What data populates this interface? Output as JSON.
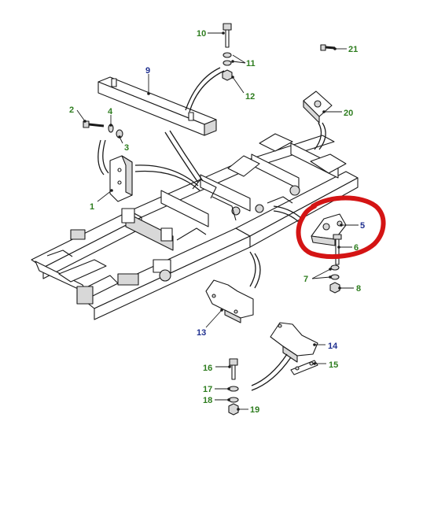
{
  "colors": {
    "callout_green": "#2e7d1f",
    "callout_blue": "#1f2f8f",
    "highlight_red": "#d41414",
    "line": "#1a1a1a"
  },
  "callouts": [
    {
      "id": "1",
      "label": "1",
      "color": "green"
    },
    {
      "id": "2",
      "label": "2",
      "color": "green"
    },
    {
      "id": "3",
      "label": "3",
      "color": "green"
    },
    {
      "id": "4",
      "label": "4",
      "color": "green"
    },
    {
      "id": "5",
      "label": "5",
      "color": "blue"
    },
    {
      "id": "6",
      "label": "6",
      "color": "green"
    },
    {
      "id": "7",
      "label": "7",
      "color": "green"
    },
    {
      "id": "8",
      "label": "8",
      "color": "green"
    },
    {
      "id": "9",
      "label": "9",
      "color": "blue"
    },
    {
      "id": "10",
      "label": "10",
      "color": "green"
    },
    {
      "id": "11",
      "label": "11",
      "color": "green"
    },
    {
      "id": "12",
      "label": "12",
      "color": "green"
    },
    {
      "id": "13",
      "label": "13",
      "color": "blue"
    },
    {
      "id": "14",
      "label": "14",
      "color": "blue"
    },
    {
      "id": "15",
      "label": "15",
      "color": "green"
    },
    {
      "id": "16",
      "label": "16",
      "color": "green"
    },
    {
      "id": "17",
      "label": "17",
      "color": "green"
    },
    {
      "id": "18",
      "label": "18",
      "color": "green"
    },
    {
      "id": "19",
      "label": "19",
      "color": "green"
    },
    {
      "id": "20",
      "label": "20",
      "color": "green"
    },
    {
      "id": "21",
      "label": "21",
      "color": "green"
    }
  ],
  "highlight": {
    "target_part": "5",
    "shape": "hand-drawn-circle"
  }
}
